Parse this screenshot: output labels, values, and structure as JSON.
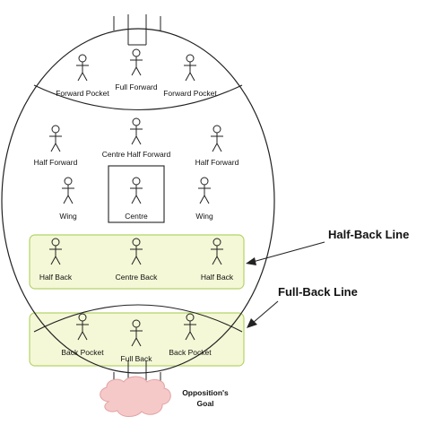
{
  "diagram": {
    "positions": {
      "forward_pocket_left": "Forward Pocket",
      "full_forward": "Full Forward",
      "forward_pocket_right": "Forward Pocket",
      "half_forward_left": "Half Forward",
      "centre_half_forward": "Centre Half Forward",
      "half_forward_right": "Half Forward",
      "wing_left": "Wing",
      "centre": "Centre",
      "wing_right": "Wing",
      "half_back_left": "Half Back",
      "centre_back": "Centre Back",
      "half_back_right": "Half Back",
      "back_pocket_left": "Back Pocket",
      "full_back": "Full Back",
      "back_pocket_right": "Back Pocket"
    },
    "callouts": {
      "half_back_line": "Half-Back Line",
      "full_back_line": "Full-Back Line"
    },
    "goal": {
      "line1": "Opposition's",
      "line2": "Goal"
    },
    "colors": {
      "line_highlight_fill": "#f4f8d6",
      "line_highlight_stroke": "#b5d36b",
      "cloud_fill": "#f6c9c9",
      "cloud_stroke": "#e3a2a2",
      "stroke": "#222222"
    }
  }
}
